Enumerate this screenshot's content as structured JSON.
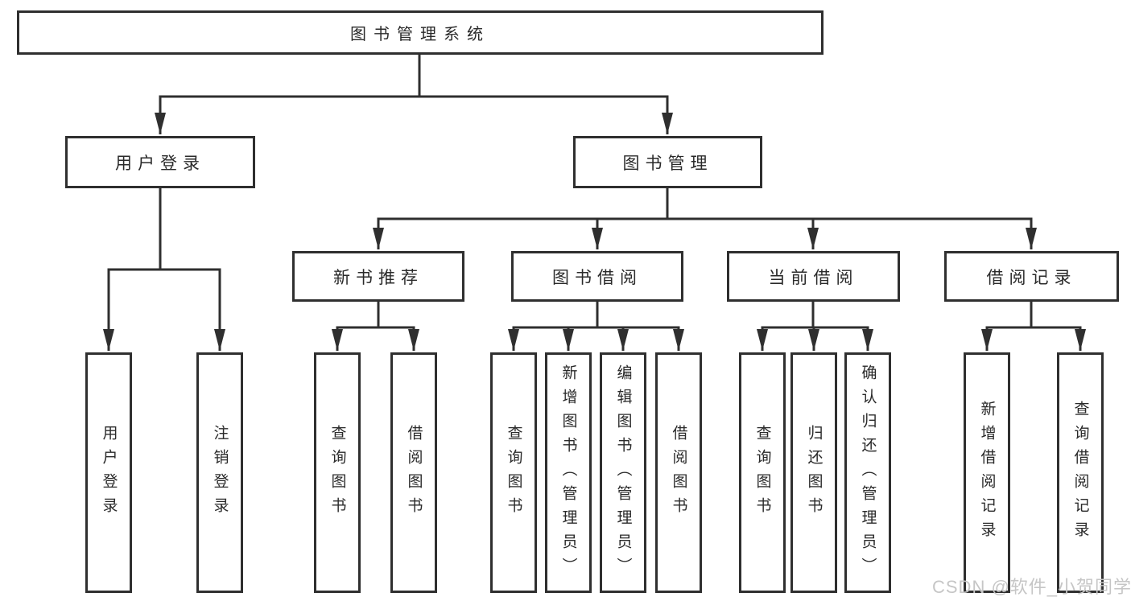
{
  "diagram": {
    "root": {
      "label": "图书管理系统"
    },
    "level2": [
      {
        "label": "用户登录"
      },
      {
        "label": "图书管理"
      }
    ],
    "level3": [
      {
        "label": "新书推荐"
      },
      {
        "label": "图书借阅"
      },
      {
        "label": "当前借阅"
      },
      {
        "label": "借阅记录"
      }
    ],
    "leaves": {
      "user_login": [
        "用户登录",
        "注销登录"
      ],
      "new_book_rec": [
        "查询图书",
        "借阅图书"
      ],
      "book_borrow": [
        "查询图书",
        "新增图书（管理员）",
        "编辑图书（管理员）",
        "借阅图书"
      ],
      "current_borrow": [
        "查询图书",
        "归还图书",
        "确认归还（管理员）"
      ],
      "borrow_records": [
        "新增借阅记录",
        "查询借阅记录"
      ]
    }
  },
  "watermark": {
    "text": "CSDN @软件_小贺同学"
  },
  "colors": {
    "line": "#2f2f2f",
    "border": "#2f2f2f",
    "text": "#2a2a2a",
    "background": "#ffffff",
    "watermark": "#c6c6c6"
  }
}
